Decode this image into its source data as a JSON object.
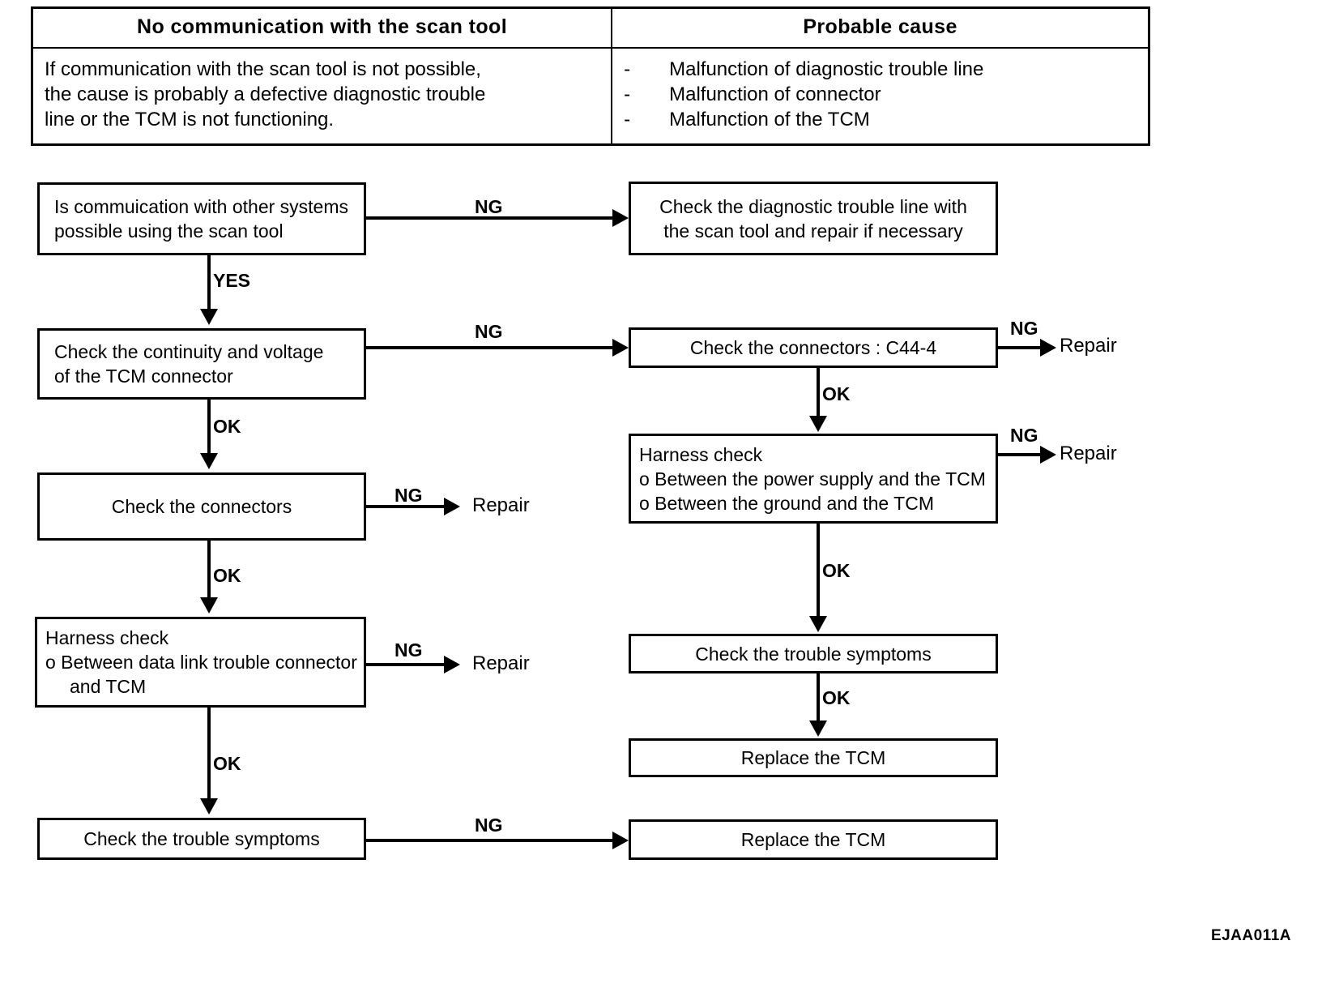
{
  "table": {
    "headers": {
      "symptom": "No communication with the scan tool",
      "cause": "Probable cause"
    },
    "symptom_text_lines": [
      "If communication with the scan tool is not possible,",
      "the cause is probably a defective diagnostic trouble",
      "line or the TCM is not functioning."
    ],
    "cause_bullet": "-",
    "causes": [
      "Malfunction of diagnostic trouble line",
      "Malfunction of connector",
      "Malfunction of the TCM"
    ]
  },
  "flowchart": {
    "boxes": {
      "b1": {
        "line1": "Is commuication with other systems",
        "line2": "possible using the scan tool"
      },
      "b2": {
        "line1": "Check the diagnostic trouble line with",
        "line2": "the scan tool and repair if necessary"
      },
      "b3": {
        "line1": "Check the continuity and voltage",
        "line2": "of the TCM connector"
      },
      "b4": {
        "line1": "Check the connectors : C44-4"
      },
      "b5": {
        "line1": "Check the connectors"
      },
      "b6": {
        "line1": "Harness check",
        "line2": "o Between the power supply and the TCM",
        "line3": "o Between the ground and the TCM"
      },
      "b7": {
        "line1": "Harness check",
        "line2": "o Between data link trouble connector",
        "line3": "and TCM"
      },
      "b8": {
        "line1": "Check the trouble symptoms"
      },
      "b9": {
        "line1": "Replace the TCM"
      },
      "b10": {
        "line1": "Check the trouble symptoms"
      },
      "b11": {
        "line1": "Replace the TCM"
      }
    },
    "edges": {
      "e1_ng": "NG",
      "e1_yes": "YES",
      "e3_ng": "NG",
      "e3_ok": "OK",
      "e4_ng": "NG",
      "e4_ok": "OK",
      "e5_ng": "NG",
      "e5_ok": "OK",
      "e6_ng": "NG",
      "e6_ok": "OK",
      "e7_ng": "NG",
      "e7_ok": "OK",
      "e8_ok": "OK",
      "e10_ng": "NG"
    },
    "terminals": {
      "repair_1": "Repair",
      "repair_2": "Repair",
      "repair_3": "Repair",
      "repair_4": "Repair"
    }
  },
  "figure_code": "EJAA011A"
}
